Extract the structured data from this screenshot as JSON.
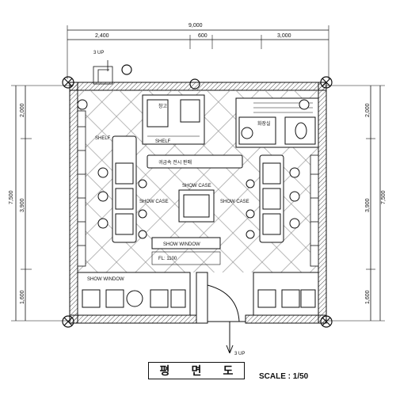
{
  "dimensions": {
    "top_total": "9,000",
    "top_left": "2,400",
    "top_mid": "600",
    "top_right": "3,000",
    "left_total": "7,500",
    "left_top": "2,000",
    "left_mid": "3,900",
    "left_bottom": "1,600",
    "right_total": "7,500",
    "right_top": "2,000",
    "right_mid": "3,900",
    "right_bottom": "1,600"
  },
  "labels": {
    "up_top": "3 UP",
    "up_bottom": "3 UP",
    "shelf_left": "SHELF",
    "shelf_storage": "SHELF",
    "storage_room": "창고",
    "display_banner": "귀금속 전시 판매",
    "jewelry_case_left": "SHOW CASE",
    "jewelry_case_right": "SHOW CASE",
    "show_window": "SHOW WINDOW",
    "center_case": "SHOW CASE",
    "bottom_border": "SHOW WINDOW",
    "restroom": "화장실",
    "center_note": "FL: 1100"
  },
  "title_chars": [
    "평",
    "면",
    "도"
  ],
  "scale": "SCALE : 1/50"
}
